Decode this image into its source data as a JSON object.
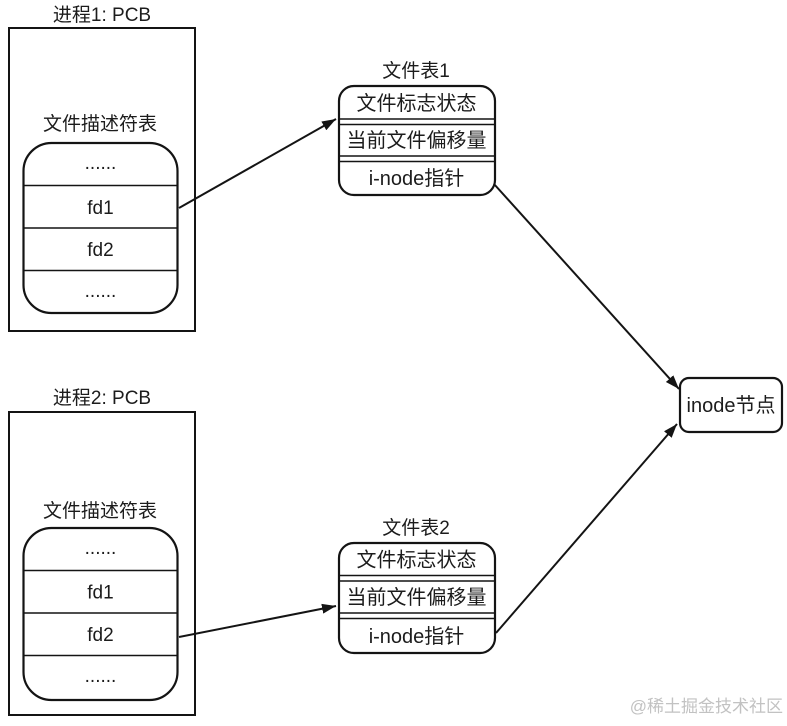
{
  "colors": {
    "background": "#ffffff",
    "stroke": "#141414",
    "text": "#1c1c1c",
    "watermark_text": "#c2c2c2"
  },
  "process1": {
    "title": "进程1: PCB",
    "fd_table_label": "文件描述符表",
    "rows": [
      "......",
      "fd1",
      "fd2",
      "......"
    ]
  },
  "process2": {
    "title": "进程2: PCB",
    "fd_table_label": "文件描述符表",
    "rows": [
      "......",
      "fd1",
      "fd2",
      "......"
    ]
  },
  "file_table1": {
    "title": "文件表1",
    "rows": [
      "文件标志状态",
      "当前文件偏移量",
      "i-node指针"
    ]
  },
  "file_table2": {
    "title": "文件表2",
    "rows": [
      "文件标志状态",
      "当前文件偏移量",
      "i-node指针"
    ]
  },
  "inode": {
    "label": "inode节点"
  },
  "watermark": "@稀土掘金技术社区",
  "edges": [
    {
      "from": "process1.fd1",
      "to": "file_table1"
    },
    {
      "from": "file_table1.i-node指针",
      "to": "inode"
    },
    {
      "from": "process2.fd2",
      "to": "file_table2"
    },
    {
      "from": "file_table2.i-node指针",
      "to": "inode"
    }
  ]
}
